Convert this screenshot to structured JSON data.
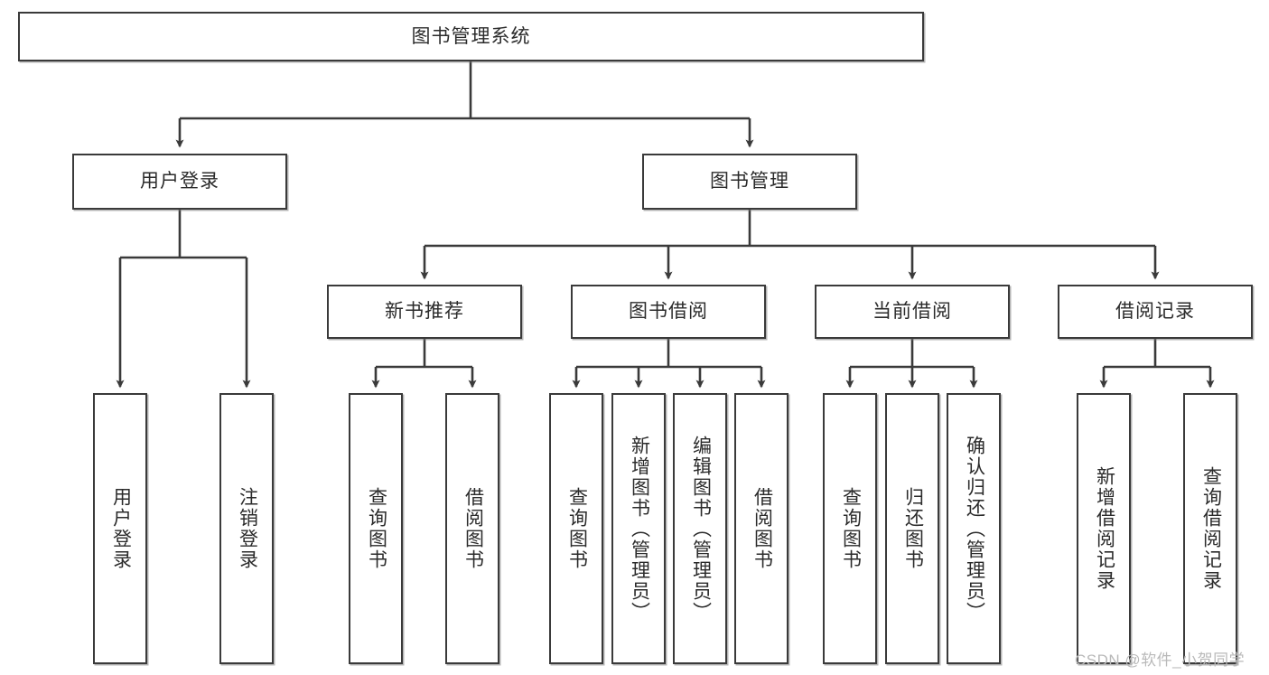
{
  "diagram": {
    "title": "图书管理系统",
    "type": "tree-hierarchy-chart",
    "root": {
      "label": "图书管理系统"
    },
    "level2": [
      {
        "label": "用户登录"
      },
      {
        "label": "图书管理"
      }
    ],
    "level3": [
      {
        "label": "新书推荐"
      },
      {
        "label": "图书借阅"
      },
      {
        "label": "当前借阅"
      },
      {
        "label": "借阅记录"
      }
    ],
    "leaves": {
      "user_login": [
        {
          "label": "用户登录"
        },
        {
          "label": "注销登录"
        }
      ],
      "new_book_recommend": [
        {
          "label": "查询图书"
        },
        {
          "label": "借阅图书"
        }
      ],
      "book_borrow": [
        {
          "label": "查询图书"
        },
        {
          "label": "新增图书（管理员）"
        },
        {
          "label": "编辑图书（管理员）"
        },
        {
          "label": "借阅图书"
        }
      ],
      "current_borrow": [
        {
          "label": "查询图书"
        },
        {
          "label": "归还图书"
        },
        {
          "label": "确认归还（管理员）"
        }
      ],
      "borrow_records": [
        {
          "label": "新增借阅记录"
        },
        {
          "label": "查询借阅记录"
        }
      ]
    }
  },
  "watermark": {
    "text": "CSDN @软件_小贺同学"
  },
  "colors": {
    "stroke": "#3a3a3a",
    "box_fill": "#ffffff",
    "text": "#2b2b2b",
    "watermark": "#b9b9b9",
    "background": "#ffffff"
  }
}
